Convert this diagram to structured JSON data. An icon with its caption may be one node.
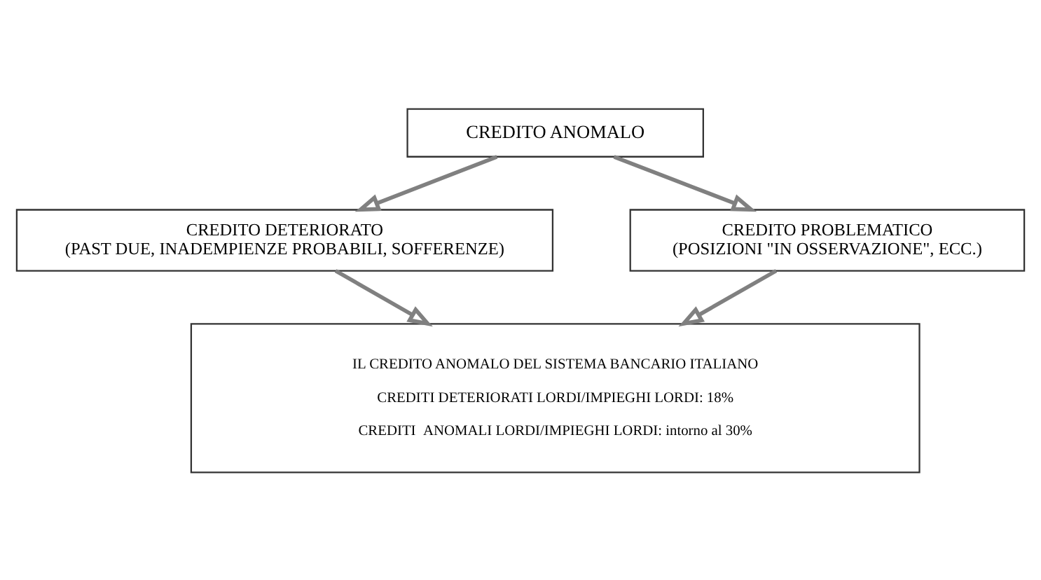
{
  "diagram": {
    "nodes": [
      {
        "text": [
          "CREDITO ANOMALO"
        ]
      },
      {
        "text": [
          "CREDITO DETERIORATO",
          "(PAST DUE, INADEMPIENZE PROBABILI, SOFFERENZE)"
        ]
      },
      {
        "text": [
          "CREDITO PROBLEMATICO",
          "(POSIZIONI \"IN OSSERVAZIONE\", ECC.)"
        ]
      },
      {
        "text": [
          "IL CREDITO ANOMALO DEL SISTEMA BANCARIO ITALIANO",
          "CREDITI DETERIORATI LORDI/IMPIEGHI LORDI: 18%",
          "CREDITI  ANOMALI LORDI/IMPIEGHI LORDI: intorno al 30%"
        ]
      }
    ],
    "edges": [
      {
        "from": 0,
        "to": 1,
        "arrow": "to"
      },
      {
        "from": 0,
        "to": 2,
        "arrow": "to"
      },
      {
        "from": 1,
        "to": 3,
        "arrow": "to"
      },
      {
        "from": 2,
        "to": 3,
        "arrow": "to"
      }
    ]
  }
}
